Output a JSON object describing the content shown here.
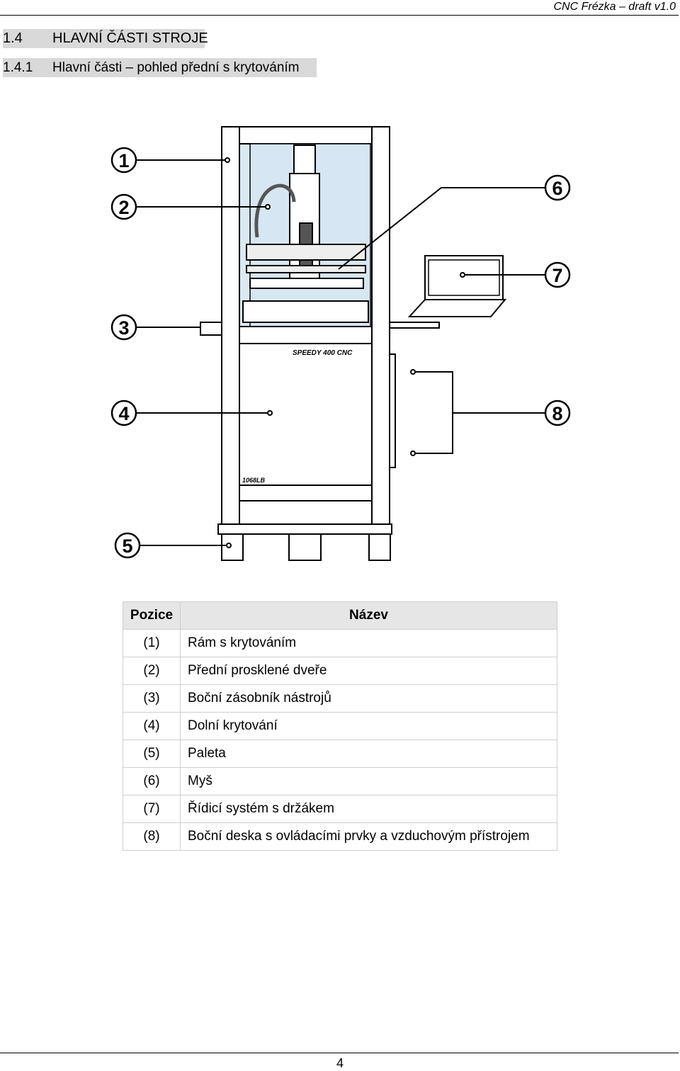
{
  "header": {
    "running_title": "CNC Frézka – draft v1.0"
  },
  "section": {
    "number": "1.4",
    "title": "HLAVNÍ ČÁSTI STROJE"
  },
  "subsection": {
    "number": "1.4.1",
    "title": "Hlavní části – pohled přední s krytováním"
  },
  "figure": {
    "machine_label": "SPEEDY 400 CNC",
    "panel_label": "1068LB",
    "callouts": [
      "1",
      "2",
      "3",
      "4",
      "5",
      "6",
      "7",
      "8"
    ]
  },
  "table": {
    "headers": {
      "position": "Pozice",
      "name": "Název"
    },
    "rows": [
      {
        "pos": "(1)",
        "name": "Rám s krytováním"
      },
      {
        "pos": "(2)",
        "name": "Přední prosklené dveře"
      },
      {
        "pos": "(3)",
        "name": "Boční zásobník nástrojů"
      },
      {
        "pos": "(4)",
        "name": "Dolní krytování"
      },
      {
        "pos": "(5)",
        "name": "Paleta"
      },
      {
        "pos": "(6)",
        "name": "Myš"
      },
      {
        "pos": "(7)",
        "name": "Řídicí systém s držákem"
      },
      {
        "pos": "(8)",
        "name": "Boční deska s ovládacími prvky a vzduchovým přístrojem"
      }
    ]
  },
  "footer": {
    "page_number": "4"
  }
}
